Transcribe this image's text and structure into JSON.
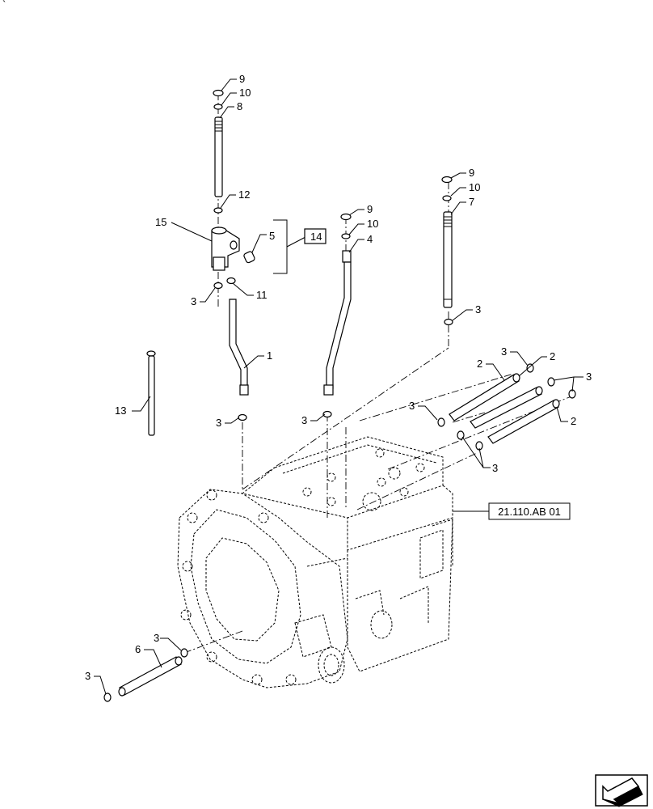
{
  "diagram": {
    "callouts": {
      "c1": "1",
      "c2a": "2",
      "c2b": "2",
      "c2c": "2",
      "c3a": "3",
      "c3b": "3",
      "c3c": "3",
      "c3d": "3",
      "c3e": "3",
      "c3f": "3",
      "c3g": "3",
      "c3h": "3",
      "c3i": "3",
      "c3j": "3",
      "c4": "4",
      "c5": "5",
      "c6": "6",
      "c7": "7",
      "c8": "8",
      "c9a": "9",
      "c9b": "9",
      "c9c": "9",
      "c10a": "10",
      "c10b": "10",
      "c10c": "10",
      "c11": "11",
      "c12": "12",
      "c13": "13",
      "c14": "14",
      "c15": "15"
    },
    "reference": "21.110.AB 01",
    "corner_mark": "`"
  },
  "nav_icon": "next-page-arrow-icon"
}
